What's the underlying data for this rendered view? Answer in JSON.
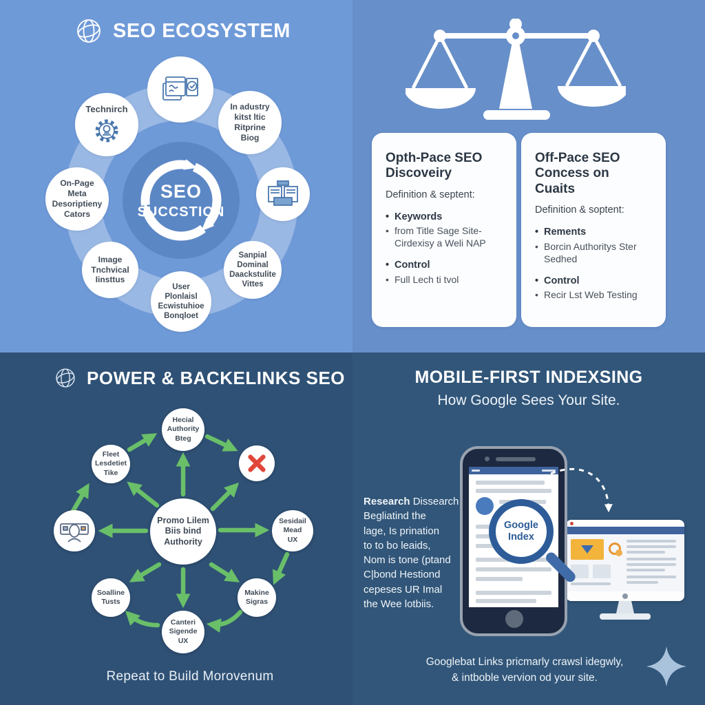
{
  "colors": {
    "top_left_bg": "#6f9ad8",
    "top_right_bg": "#678fc9",
    "bottom_left_bg": "#2f5175",
    "bottom_right_bg": "#315679",
    "arrow_green": "#6abf69",
    "red_x": "#e0473a",
    "icon_blue": "#4a77ad",
    "center_circle_blue": "#5c87c5",
    "magnifier_blue": "#2d5c98",
    "sparkle_blue": "#a9c3dd"
  },
  "top_left": {
    "title": "SEO ECOSYSTEM",
    "center_line1": "SEO",
    "center_line2": "SUCCSTION",
    "nodes": {
      "technirch": "Technirch",
      "industry": "In adustry\nkitst ltic\nRitprine\nBiog",
      "onpage": "On-Page\nMeta\nDesoriptieny\nCators",
      "image": "Image\nTnchvical\nIinsttus",
      "sanpial": "Sanpial\nDominal\nDaackstulite\nVittes",
      "user": "User\nPlonlaisl\nEcwistuhioe\nBonqloet"
    }
  },
  "top_right": {
    "cards": [
      {
        "title": "Opth-Pace SEO\nDiscoveiry",
        "subtitle": "Definition & septent:",
        "groups": [
          {
            "head": "Keywords",
            "sub": "from Title Sage Site-\nCirdexisy a Weli NAP"
          },
          {
            "head": "Control",
            "sub": "Full Lech ti tvol"
          }
        ]
      },
      {
        "title": "Off-Pace SEO\nConcess on Cuaits",
        "subtitle": "Definition & soptent:",
        "groups": [
          {
            "head": "Rements",
            "sub": "Borcin Authoritys Ster\nSedhed"
          },
          {
            "head": "Control",
            "sub": "Recir Lst Web Testing"
          }
        ]
      }
    ]
  },
  "bottom_left": {
    "title": "POWER & BACKELINKS SEO",
    "caption": "Repeat to Build Morovenum",
    "nodes": {
      "hecial": "Hecial\nAuthority\nBteg",
      "fleet": "Fleet\nLesdetiet\nTike",
      "center": "Promo Lilem\nBiis bind\nAuthority",
      "sesidail": "Sesidail\nMead\nUX",
      "soalline": "Soalline\nTusts",
      "makine": "Makine\nSigras",
      "canteri": "Canteri\nSigende\nUX"
    }
  },
  "bottom_right": {
    "title": "MOBILE-FIRST INDEXSING",
    "subtitle": "How Google Sees Your Site.",
    "para_lead": "Research",
    "para_rest": " Dissearch\nBegliatind the\nlage, Is prination\nto to bo leaids,\nNom is tone (ptand\nC|bond Hestiond\ncepeses UR Imal\nthe Wee lotbiis.",
    "magnifier": "Google\nIndex",
    "caption": "Googlebat Links pricmarly crawsl idegwly,\n& intboble vervion od your site."
  }
}
